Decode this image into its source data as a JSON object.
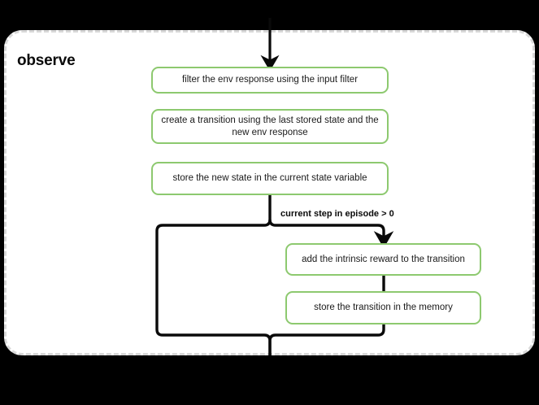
{
  "diagram": {
    "type": "flowchart",
    "group": {
      "title": "observe",
      "border_style": "dashed",
      "border_color": "#d8d8d8",
      "background": "#ffffff"
    },
    "node_color": "#8dc96f",
    "edge_color": "#0a0a0a",
    "nodes": [
      {
        "id": "filter",
        "label": "filter the env response using the input filter"
      },
      {
        "id": "create",
        "label": "create a transition using the last stored state and the new env response"
      },
      {
        "id": "store_state",
        "label": "store the new state in the current state variable"
      },
      {
        "id": "intrinsic",
        "label": "add the intrinsic reward to the transition"
      },
      {
        "id": "store_memory",
        "label": "store the transition in the memory"
      }
    ],
    "branch": {
      "condition_label": "current step in episode > 0"
    },
    "edges": [
      {
        "from": "entry",
        "to": "filter",
        "arrow": true,
        "label": ""
      },
      {
        "from": "store_state",
        "to": "branch",
        "arrow": false,
        "label": "current step in episode > 0"
      },
      {
        "from": "branch",
        "to": "intrinsic",
        "arrow": true,
        "label": ""
      },
      {
        "from": "intrinsic",
        "to": "store_memory",
        "arrow": false,
        "label": ""
      },
      {
        "from": "branch",
        "to": "merge",
        "arrow": false,
        "label": ""
      },
      {
        "from": "store_memory",
        "to": "merge",
        "arrow": false,
        "label": ""
      },
      {
        "from": "merge",
        "to": "exit",
        "arrow": false,
        "label": ""
      }
    ]
  }
}
